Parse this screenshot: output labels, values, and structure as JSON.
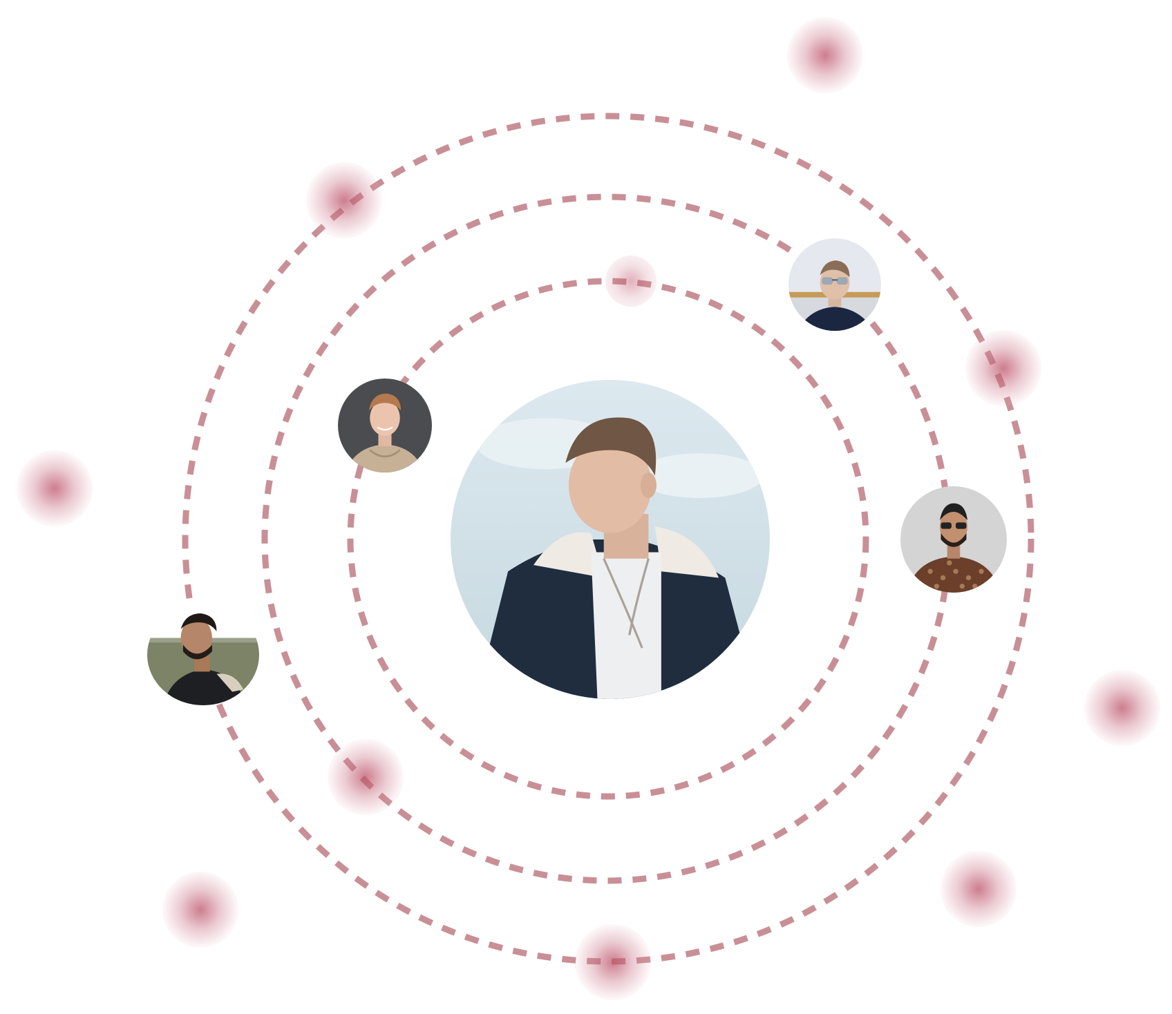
{
  "accent_color": "#c98f96",
  "glow_color": "#c0596c",
  "avatars": {
    "center": {
      "icon": "profile-photo-man-dark-jacket-sky"
    },
    "top_right": {
      "icon": "profile-photo-man-sunglasses"
    },
    "left_inner": {
      "icon": "profile-photo-smiling-man-hoodie"
    },
    "right": {
      "icon": "profile-photo-man-patterned-shirt"
    },
    "bottom_left": {
      "icon": "profile-photo-man-black-jacket-field"
    }
  }
}
